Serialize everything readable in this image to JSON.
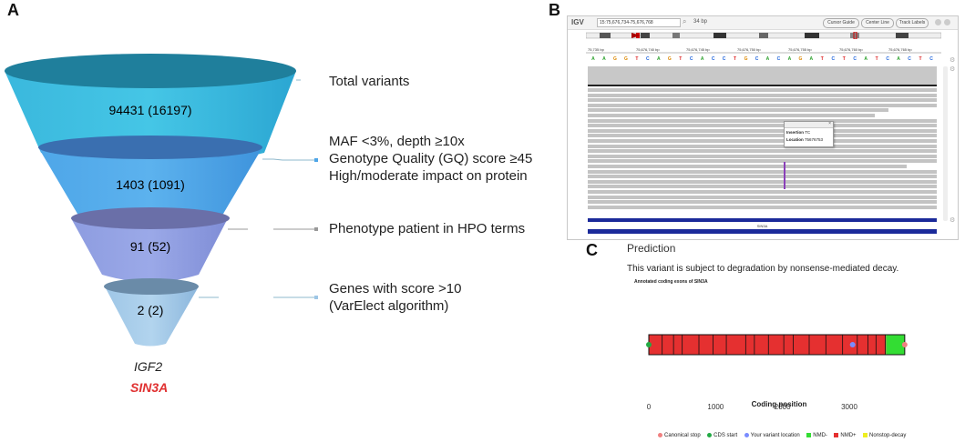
{
  "panels": {
    "a": "A",
    "b": "B",
    "c": "C"
  },
  "funnel": {
    "stages": [
      {
        "count": "94431 (16197)",
        "labels": [
          "Total variants"
        ]
      },
      {
        "count": "1403 (1091)",
        "labels": [
          "MAF <3%, depth ≥10x",
          "Genotype Quality (GQ) score ≥45",
          "High/moderate impact on protein"
        ]
      },
      {
        "count": "91 (52)",
        "labels": [
          "Phenotype patient in HPO terms"
        ]
      },
      {
        "count": "2 (2)",
        "labels": [
          "Genes with score >10",
          "(VarElect algorithm)"
        ]
      }
    ],
    "genes": [
      {
        "name": "IGF2",
        "color": "#222222"
      },
      {
        "name": "SIN3A",
        "color": "#e03030"
      }
    ]
  },
  "igv": {
    "logo": "IGV",
    "locus": "15:75,676,734-75,676,768",
    "width_label": "34 bp",
    "buttons": [
      "Cursor Guide",
      "Center Line",
      "Track Labels"
    ],
    "ruler_ticks": [
      "75,735 bp",
      "75,676,740 bp",
      "75,676,745 bp",
      "75,676,750 bp",
      "75,676,755 bp",
      "75,676,760 bp",
      "75,676,765 bp"
    ],
    "sequence": "AAGGTCAGTCACCTGCACAGATCTCATCACTC",
    "popup": {
      "row1_key": "Insertion",
      "row1_val": "TC",
      "row2_key": "Location",
      "row2_val": "75676753",
      "close": "×"
    },
    "gene_label": "SIN3A"
  },
  "prediction": {
    "title": "Prediction",
    "text": "This variant is subject to degradation by nonsense-mediated decay.",
    "subtitle": "Annotated coding exons of  SIN3A",
    "x_ticks": [
      "0",
      "1000",
      "2000",
      "3000"
    ],
    "x_label": "Coding position",
    "legend": [
      {
        "label": "Canonical stop",
        "color": "#f08080",
        "shape": "dot"
      },
      {
        "label": "CDS start",
        "color": "#22aa44",
        "shape": "dot"
      },
      {
        "label": "Your variant location",
        "color": "#7a8cff",
        "shape": "dot"
      },
      {
        "label": "NMD-",
        "color": "#33dd33",
        "shape": "sq"
      },
      {
        "label": "NMD+",
        "color": "#e53030",
        "shape": "sq"
      },
      {
        "label": "Nonstop-decay",
        "color": "#eeee22",
        "shape": "sq"
      }
    ]
  },
  "chart_data": {
    "type": "bar",
    "title": "Annotated coding exons of SIN3A",
    "xlabel": "Coding position",
    "xlim": [
      0,
      3900
    ],
    "x_ticks": [
      0,
      1000,
      2000,
      3000
    ],
    "exon_boundaries": [
      200,
      370,
      500,
      750,
      960,
      1160,
      1450,
      1580,
      1790,
      2020,
      2160,
      2400,
      2650,
      2900,
      3120,
      3280,
      3400,
      3540
    ],
    "nmd_plus_range": [
      0,
      3550
    ],
    "nmd_minus_range": [
      3550,
      3830
    ],
    "cds_start": 0,
    "variant_location": 3050,
    "canonical_stop": 3830
  }
}
